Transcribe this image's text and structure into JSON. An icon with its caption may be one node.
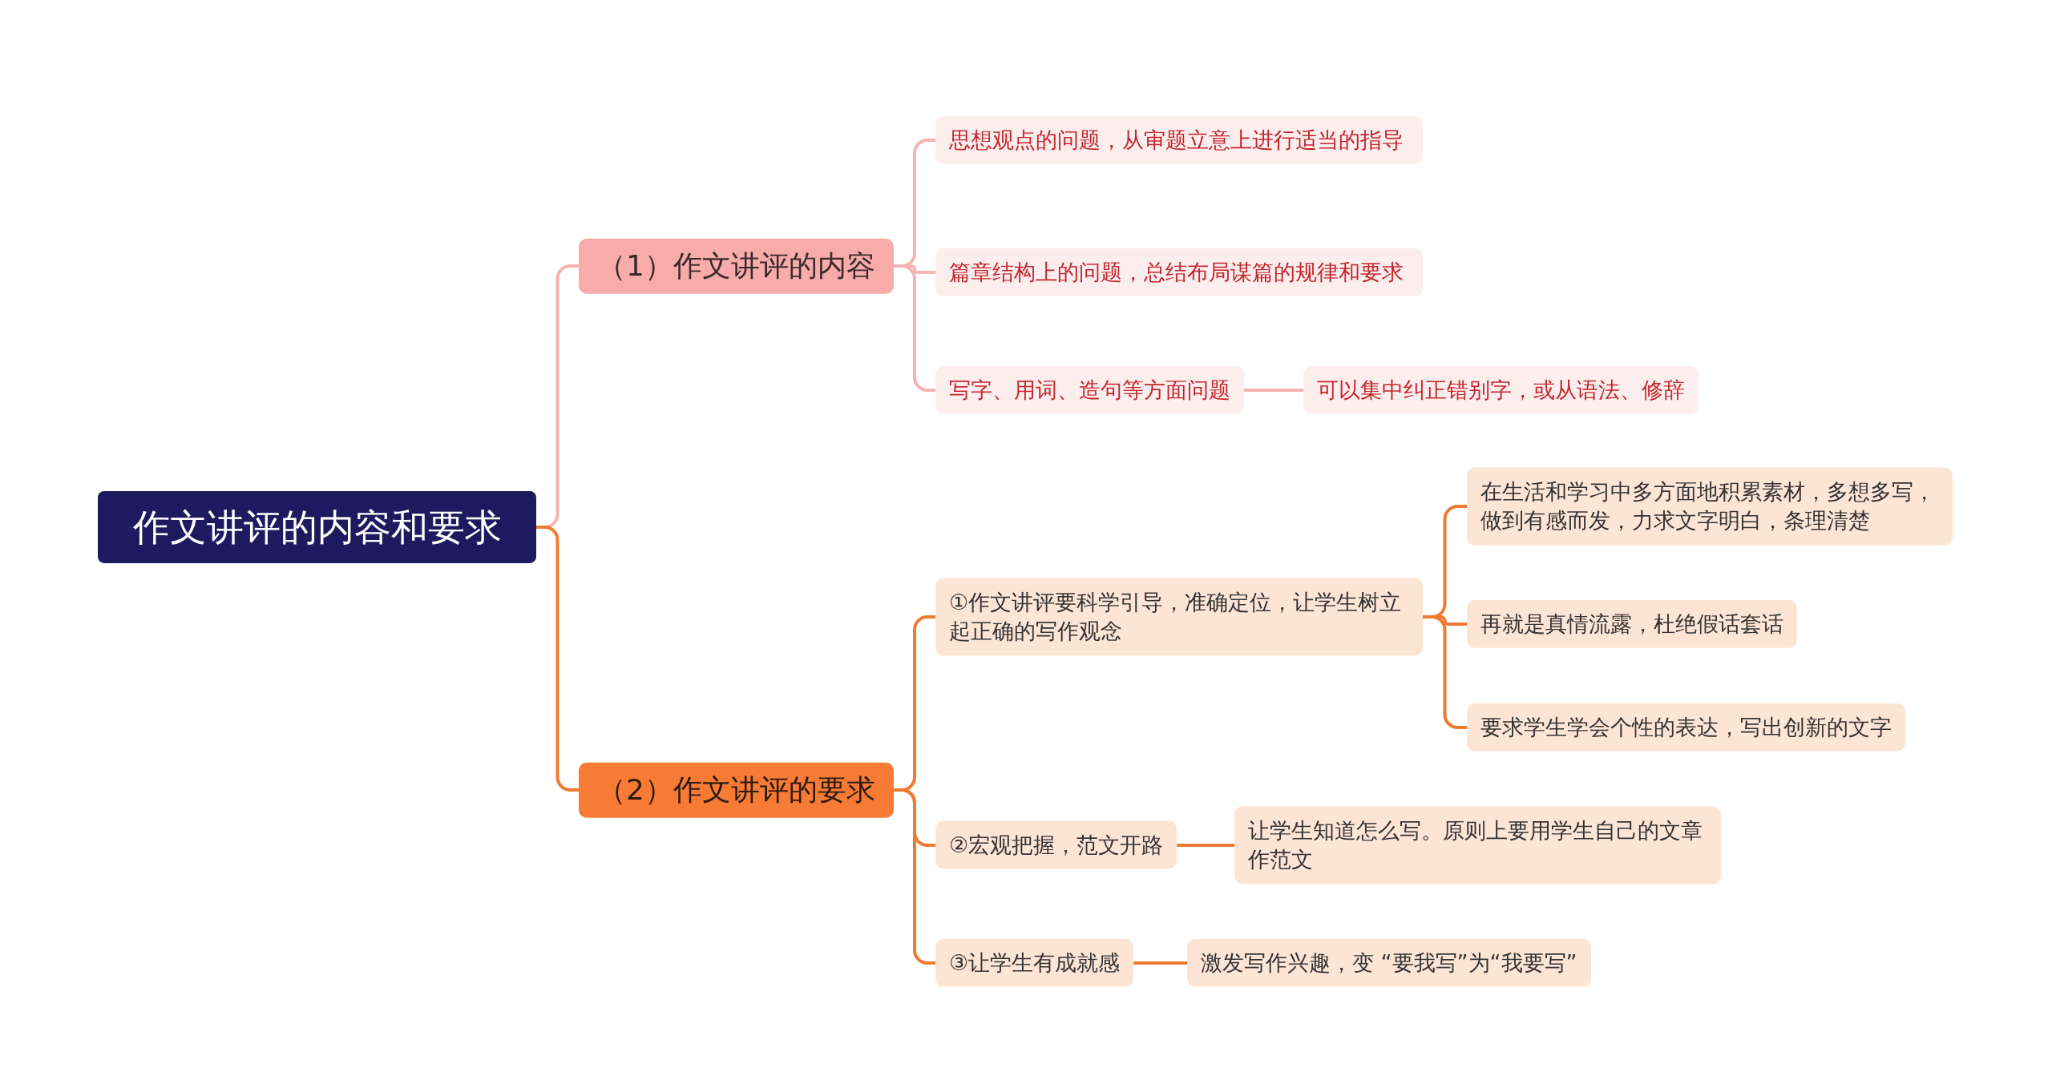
{
  "diagram": {
    "nodes": [
      {
        "text": [
          "作文讲评的内容和要求"
        ]
      },
      {
        "text": [
          "（1）作文讲评的内容"
        ]
      },
      {
        "text": [
          "思想观点的问题，从审题立意上进行适当的指导"
        ]
      },
      {
        "text": [
          "篇章结构上的问题，总结布局谋篇的规律和要求"
        ]
      },
      {
        "text": [
          "写字、用词、造句等方面问题"
        ]
      },
      {
        "text": [
          "可以集中纠正错别字，或从语法、修辞"
        ]
      },
      {
        "text": [
          "（2）作文讲评的要求"
        ]
      },
      {
        "text": [
          "①作文讲评要科学引导，准确定位，让学生树立起正确的写作观念"
        ]
      },
      {
        "text": [
          "在生活和学习中多方面地积累素材，多想多写，做到有感而发，力求文字明白，条理清楚"
        ]
      },
      {
        "text": [
          "再就是真情流露，杜绝假话套话"
        ]
      },
      {
        "text": [
          "要求学生学会个性的表达，写出创新的文字"
        ]
      },
      {
        "text": [
          "②宏观把握，范文开路"
        ]
      },
      {
        "text": [
          "让学生知道怎么写。原则上要用学生自己的文章作范文"
        ]
      },
      {
        "text": [
          "③让学生有成就感"
        ]
      },
      {
        "text": [
          "激发写作兴趣，变 “要我写”为“我要写”"
        ]
      }
    ],
    "edges": [
      {
        "from": 0,
        "to": 1,
        "arrow": "none",
        "color": "#f5b3b3"
      },
      {
        "from": 1,
        "to": 2,
        "arrow": "none",
        "color": "#f5b3b3"
      },
      {
        "from": 1,
        "to": 3,
        "arrow": "none",
        "color": "#f5b3b3"
      },
      {
        "from": 1,
        "to": 4,
        "arrow": "none",
        "color": "#f5b3b3"
      },
      {
        "from": 4,
        "to": 5,
        "arrow": "none",
        "color": "#f5b3b3"
      },
      {
        "from": 0,
        "to": 6,
        "arrow": "none"
      },
      {
        "from": 6,
        "to": 7,
        "arrow": "none"
      },
      {
        "from": 7,
        "to": 8,
        "arrow": "none"
      },
      {
        "from": 7,
        "to": 9,
        "arrow": "none"
      },
      {
        "from": 7,
        "to": 10,
        "arrow": "none"
      },
      {
        "from": 6,
        "to": 11,
        "arrow": "none"
      },
      {
        "from": 11,
        "to": 12,
        "arrow": "none"
      },
      {
        "from": 6,
        "to": 13,
        "arrow": "none"
      },
      {
        "from": 13,
        "to": 14,
        "arrow": "none"
      }
    ]
  }
}
